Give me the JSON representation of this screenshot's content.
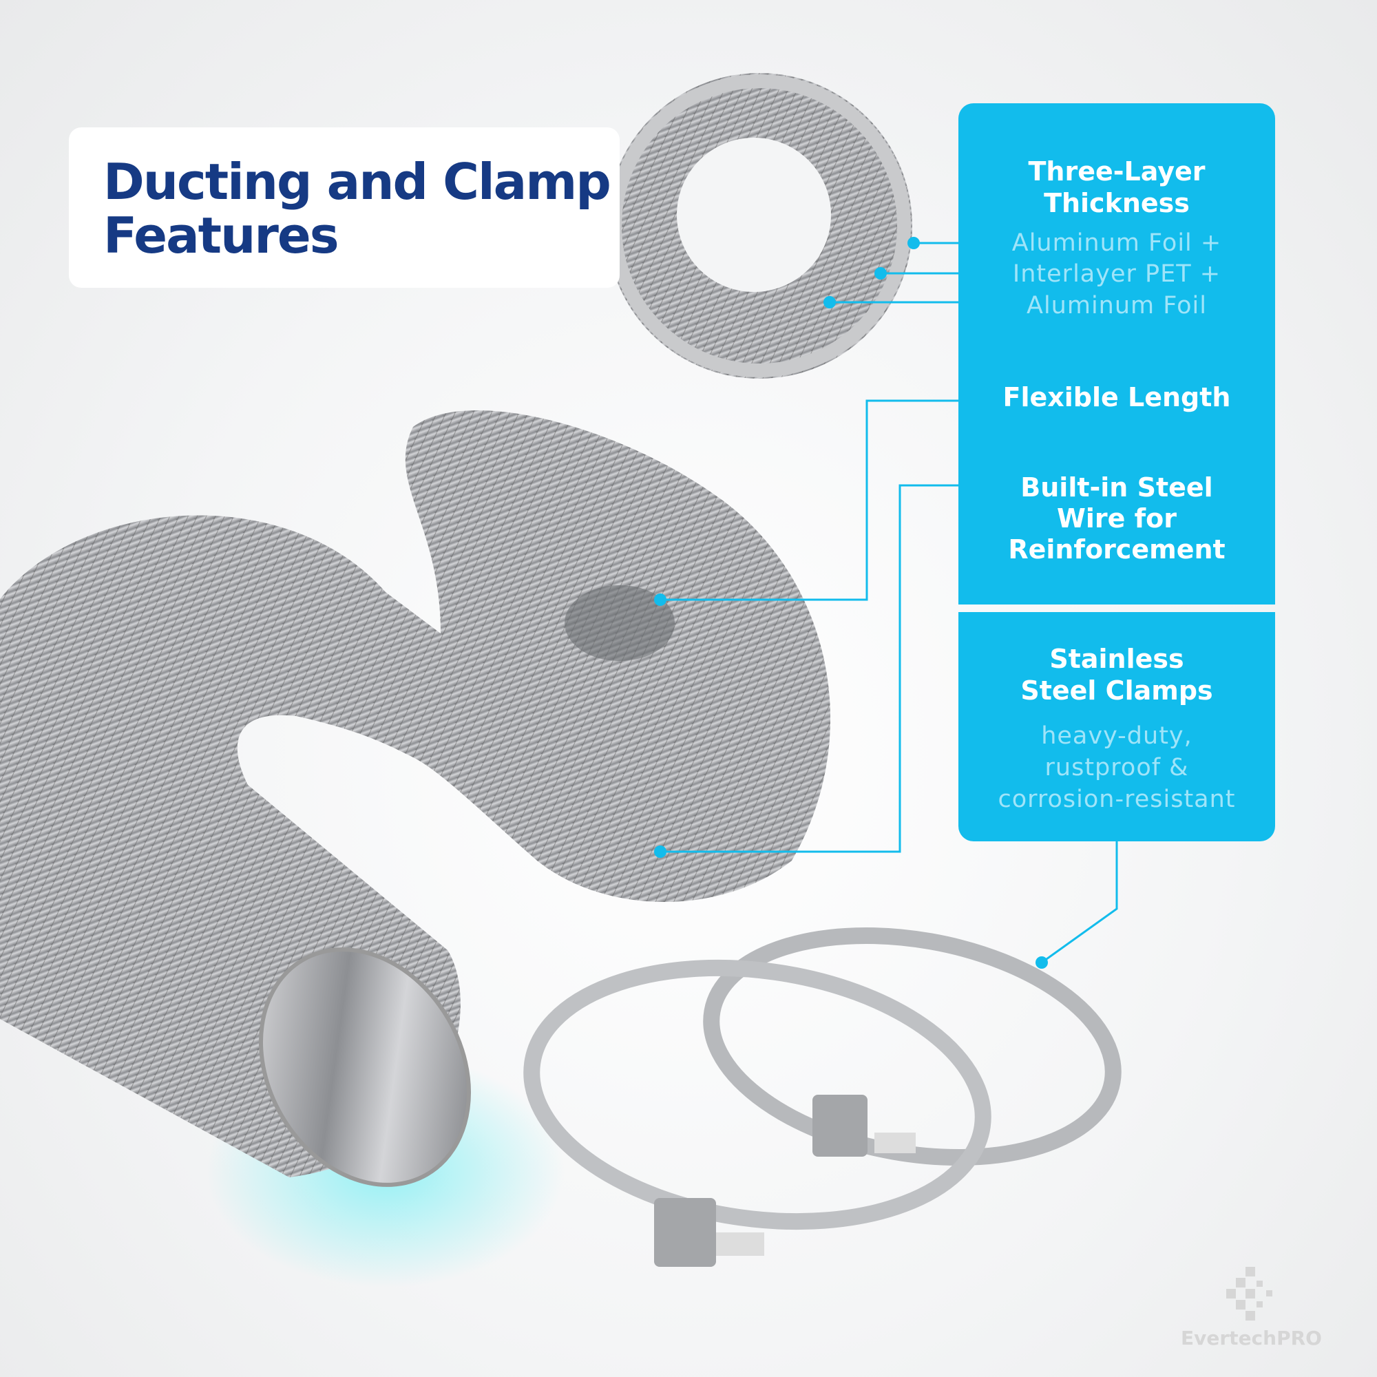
{
  "title": {
    "line1": "Ducting and Clamp",
    "line2": "Features"
  },
  "features": [
    {
      "heading1": "Three-Layer",
      "heading2": "Thickness",
      "sub1": "Aluminum Foil +",
      "sub2": "Interlayer PET +",
      "sub3": "Aluminum Foil"
    },
    {
      "heading1": "Flexible Length"
    },
    {
      "heading1": "Built-in Steel",
      "heading2": "Wire for",
      "heading3": "Reinforcement"
    },
    {
      "heading1": "Stainless",
      "heading2": "Steel Clamps",
      "sub1": "heavy-duty,",
      "sub2": "rustproof &",
      "sub3": "corrosion-resistant"
    }
  ],
  "brand": {
    "name": "EvertechPRO"
  },
  "colors": {
    "accent": "#12bcec",
    "title": "#163a84",
    "sub_text": "#9fe4f9"
  }
}
